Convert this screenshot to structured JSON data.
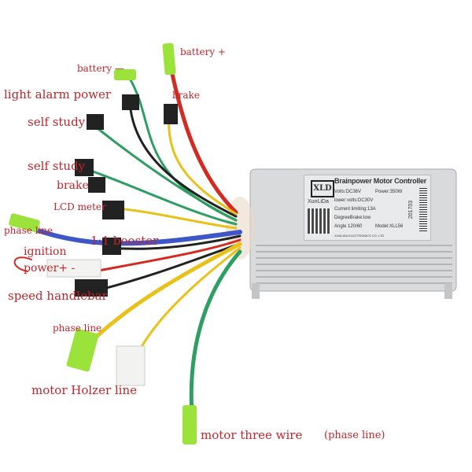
{
  "labels": {
    "battery_plus": "battery +",
    "battery_minus": "battery —",
    "light_alarm_power": "light alarm power",
    "brake_top": "brake",
    "self_study_1": "self study",
    "self_study_2": "self study",
    "brake_mid": "brake",
    "lcd_meter": "LCD meter",
    "phase_line_left": "phase line",
    "booster": "1:1 booster",
    "ignition": "ignition",
    "power": "power+ -",
    "speed_handlebar": "speed handlebar",
    "phase_line_bottom": "phase line",
    "motor_holzer": "motor Holzer line",
    "motor_three_wire": "motor three wire",
    "motor_three_wire_note": "(phase line)"
  },
  "plate": {
    "logo": "XLD",
    "brand": "XunLiDa",
    "title": "Brainpower Motor Controller",
    "volts": "Volts:DC36V",
    "power": "Power:350W",
    "lower_volts": "lower volts:DC30V",
    "current": "Current limiting:13A",
    "degree_brake": "DegreeBrake:low",
    "angle": "Angle 120/60",
    "model": "Model:XLL56",
    "date": "201703",
    "manufacturer": "XUNLIDA ELECTRONICS CO. LTD"
  },
  "colors": {
    "label": "#c0262b",
    "wire_red": "#d32a22",
    "wire_green": "#2e9e62",
    "wire_yellow": "#e8c21a",
    "wire_blue": "#3d57c8",
    "connector_green": "#9be23a"
  }
}
